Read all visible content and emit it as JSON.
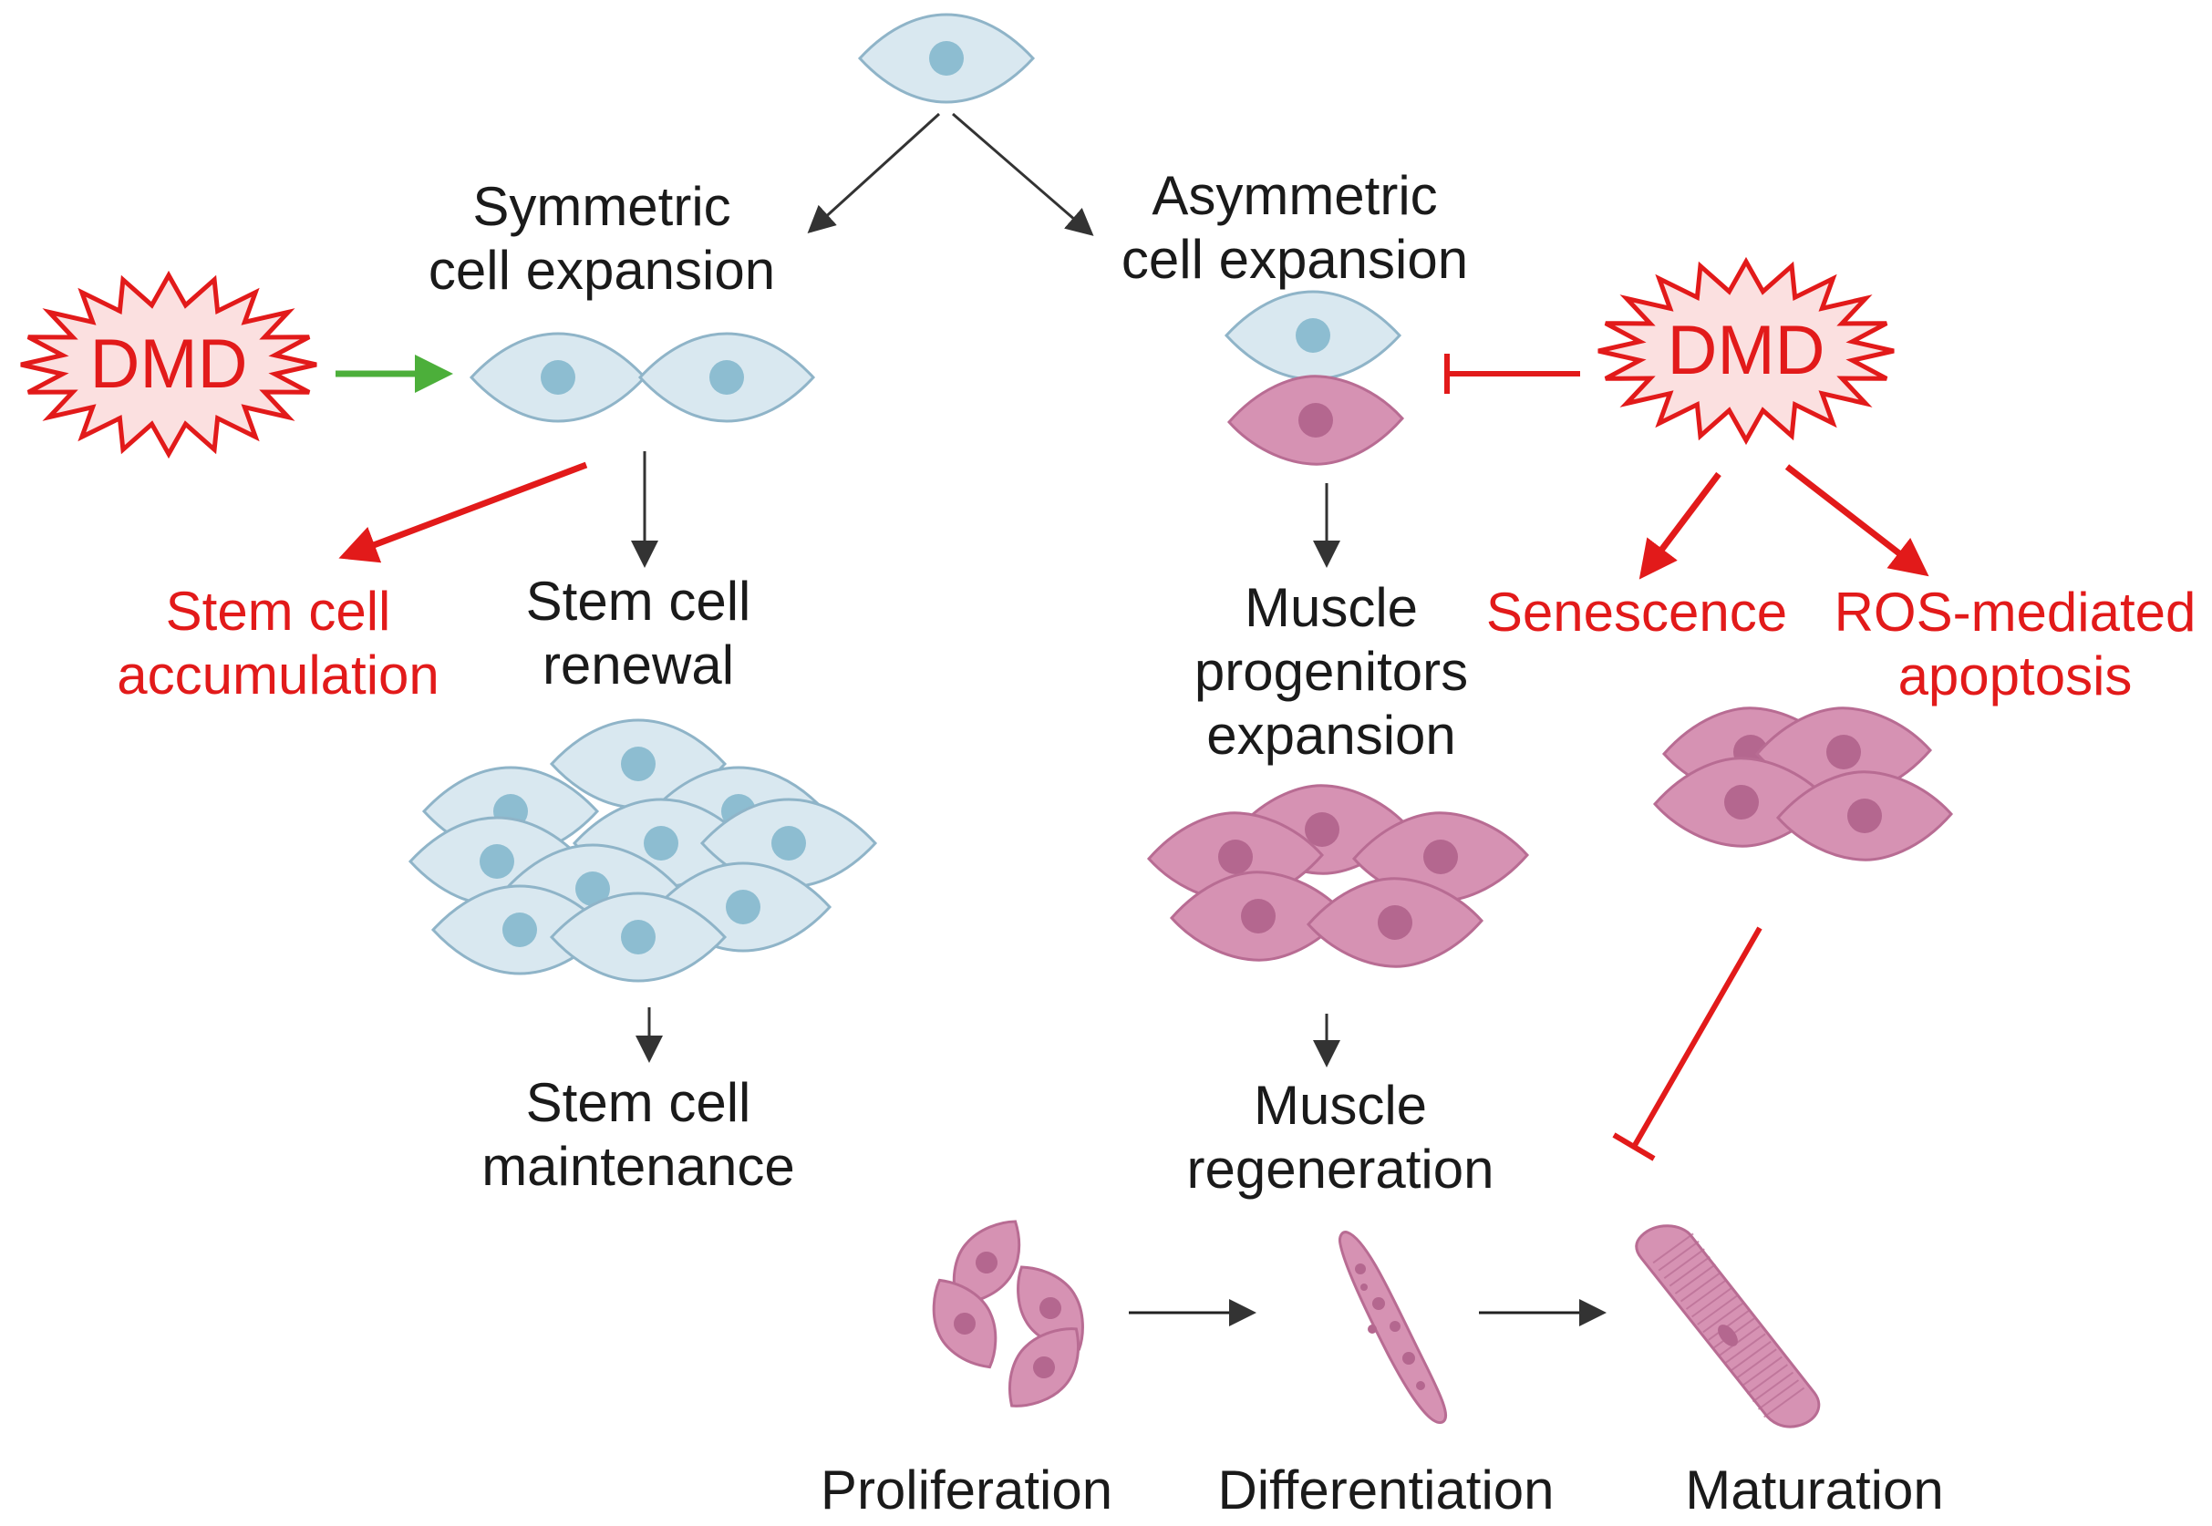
{
  "colors": {
    "stem_cell_fill": "#d9e8f0",
    "stem_cell_outline": "#8fb4c8",
    "stem_nucleus": "#8dbdd1",
    "muscle_cell_fill": "#d692b3",
    "muscle_cell_outline": "#b86c93",
    "muscle_nucleus": "#b4678f",
    "dmd_red": "#e21a1a",
    "dmd_burst_fill": "#fbe0e0",
    "green_arrow": "#4caf3a",
    "black_arrow": "#333333"
  },
  "labels": {
    "symmetric": "Symmetric\ncell expansion",
    "asymmetric": "Asymmetric\ncell expansion",
    "stem_accumulation": "Stem cell\naccumulation",
    "stem_renewal": "Stem cell\nrenewal",
    "stem_maintenance": "Stem cell\nmaintenance",
    "muscle_progenitors": "Muscle\nprogenitors\nexpansion",
    "senescence": "Senescence",
    "ros_apoptosis": "ROS-mediated\napoptosis",
    "muscle_regeneration": "Muscle\nregeneration",
    "proliferation": "Proliferation",
    "differentiation": "Differentiation",
    "maturation": "Maturation",
    "dmd_left": "DMD",
    "dmd_right": "DMD"
  },
  "icons": [
    "satellite-cell-icon",
    "stem-cell-pair-icon",
    "stem-muscle-pair-icon",
    "stem-cell-cluster-icon",
    "muscle-progenitor-cluster-icon",
    "senescent-cell-cluster-icon",
    "proliferating-myoblast-icon",
    "differentiating-myocyte-icon",
    "mature-myofiber-icon",
    "dmd-burst-icon"
  ]
}
